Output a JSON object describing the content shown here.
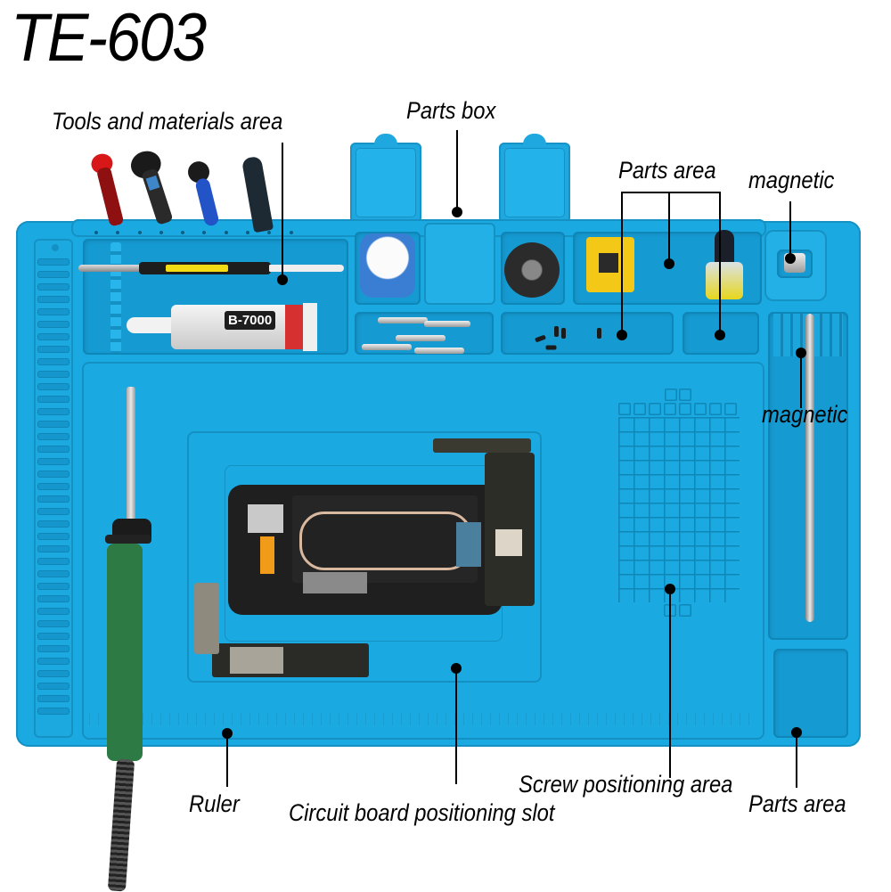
{
  "title": "TE-603",
  "product": {
    "mat_color": "#1aa9e0",
    "items": {
      "glue_tube_label": "B-7000"
    }
  },
  "callouts": [
    {
      "id": "tools_materials",
      "label": "Tools and materials area"
    },
    {
      "id": "parts_box",
      "label": "Parts box"
    },
    {
      "id": "parts_area_top",
      "label": "Parts area"
    },
    {
      "id": "magnetic_top",
      "label": "magnetic"
    },
    {
      "id": "magnetic_side",
      "label": "magnetic"
    },
    {
      "id": "ruler",
      "label": "Ruler"
    },
    {
      "id": "circuit_board_slot",
      "label": "Circuit board positioning slot"
    },
    {
      "id": "screw_positioning",
      "label": "Screw positioning area"
    },
    {
      "id": "parts_area_bottom",
      "label": "Parts area"
    }
  ],
  "colors": {
    "label_text": "#000000",
    "mat_blue": "#1aa9e0",
    "background": "#ffffff"
  }
}
